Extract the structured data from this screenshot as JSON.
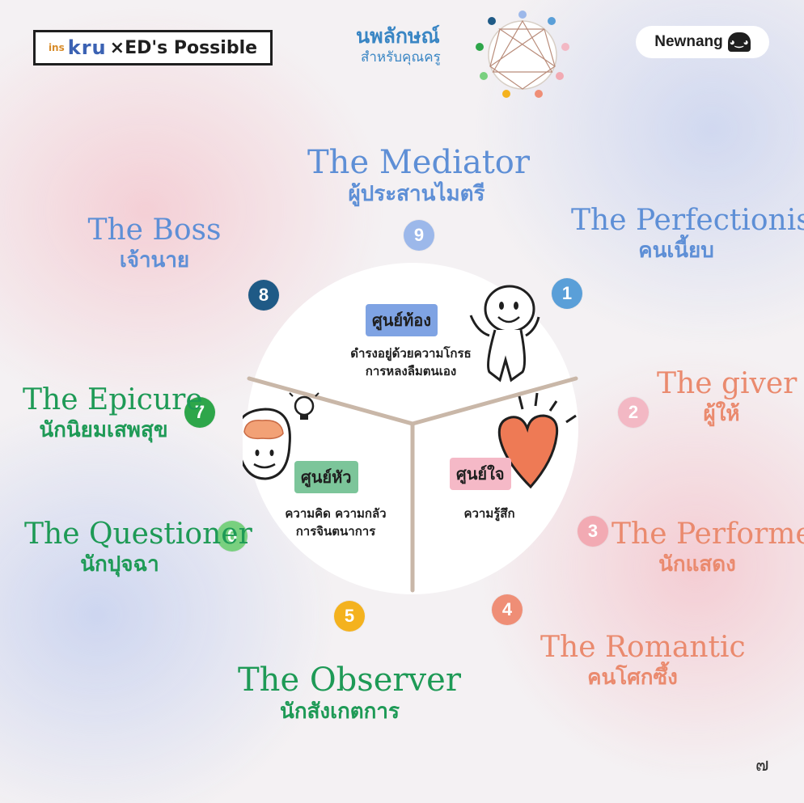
{
  "header": {
    "logo_prefix": "ins",
    "logo_kru": "kru",
    "logo_rest": "×ED's Possible",
    "title_line1": "นพลักษณ์",
    "title_line2": "สำหรับคุณครู",
    "brand": "Newnang"
  },
  "types": [
    {
      "number": "1",
      "en": "The Perfectionist",
      "th": "คนเนี้ยบ",
      "color": "#5a9fd8"
    },
    {
      "number": "2",
      "en": "The giver",
      "th": "ผู้ให้",
      "color": "#f3b8c4"
    },
    {
      "number": "3",
      "en": "The Performer",
      "th": "นักแสดง",
      "color": "#f2aab3"
    },
    {
      "number": "4",
      "en": "The Romantic",
      "th": "คนโศกซึ้ง",
      "color": "#ef8e76"
    },
    {
      "number": "5",
      "en": "The Observer",
      "th": "นักสังเกตการ",
      "color": "#f4b21e"
    },
    {
      "number": "6",
      "en": "The Questioner",
      "th": "นักปุจฉา",
      "color": "#79d07f"
    },
    {
      "number": "7",
      "en": "The Epicure",
      "th": "นักนิยมเสพสุข",
      "color": "#2ea64a"
    },
    {
      "number": "8",
      "en": "The Boss",
      "th": "เจ้านาย",
      "color": "#1f5a86"
    },
    {
      "number": "9",
      "en": "The Mediator",
      "th": "ผู้ประสานไมตรี",
      "color": "#9cb8ea"
    }
  ],
  "centers": {
    "gut": {
      "name": "ศูนย์ท้อง",
      "line1": "ดำรงอยู่ด้วยความโกรธ",
      "line2": "การหลงลืมตนเอง",
      "tag_color": "#7fa3e3"
    },
    "head": {
      "name": "ศูนย์หัว",
      "line1": "ความคิด ความกลัว",
      "line2": "การจินตนาการ",
      "tag_color": "#7cc59a"
    },
    "heart": {
      "name": "ศูนย์ใจ",
      "line1": "ความรู้สึก",
      "tag_color": "#f5b9c7"
    }
  },
  "page_number": "๗"
}
